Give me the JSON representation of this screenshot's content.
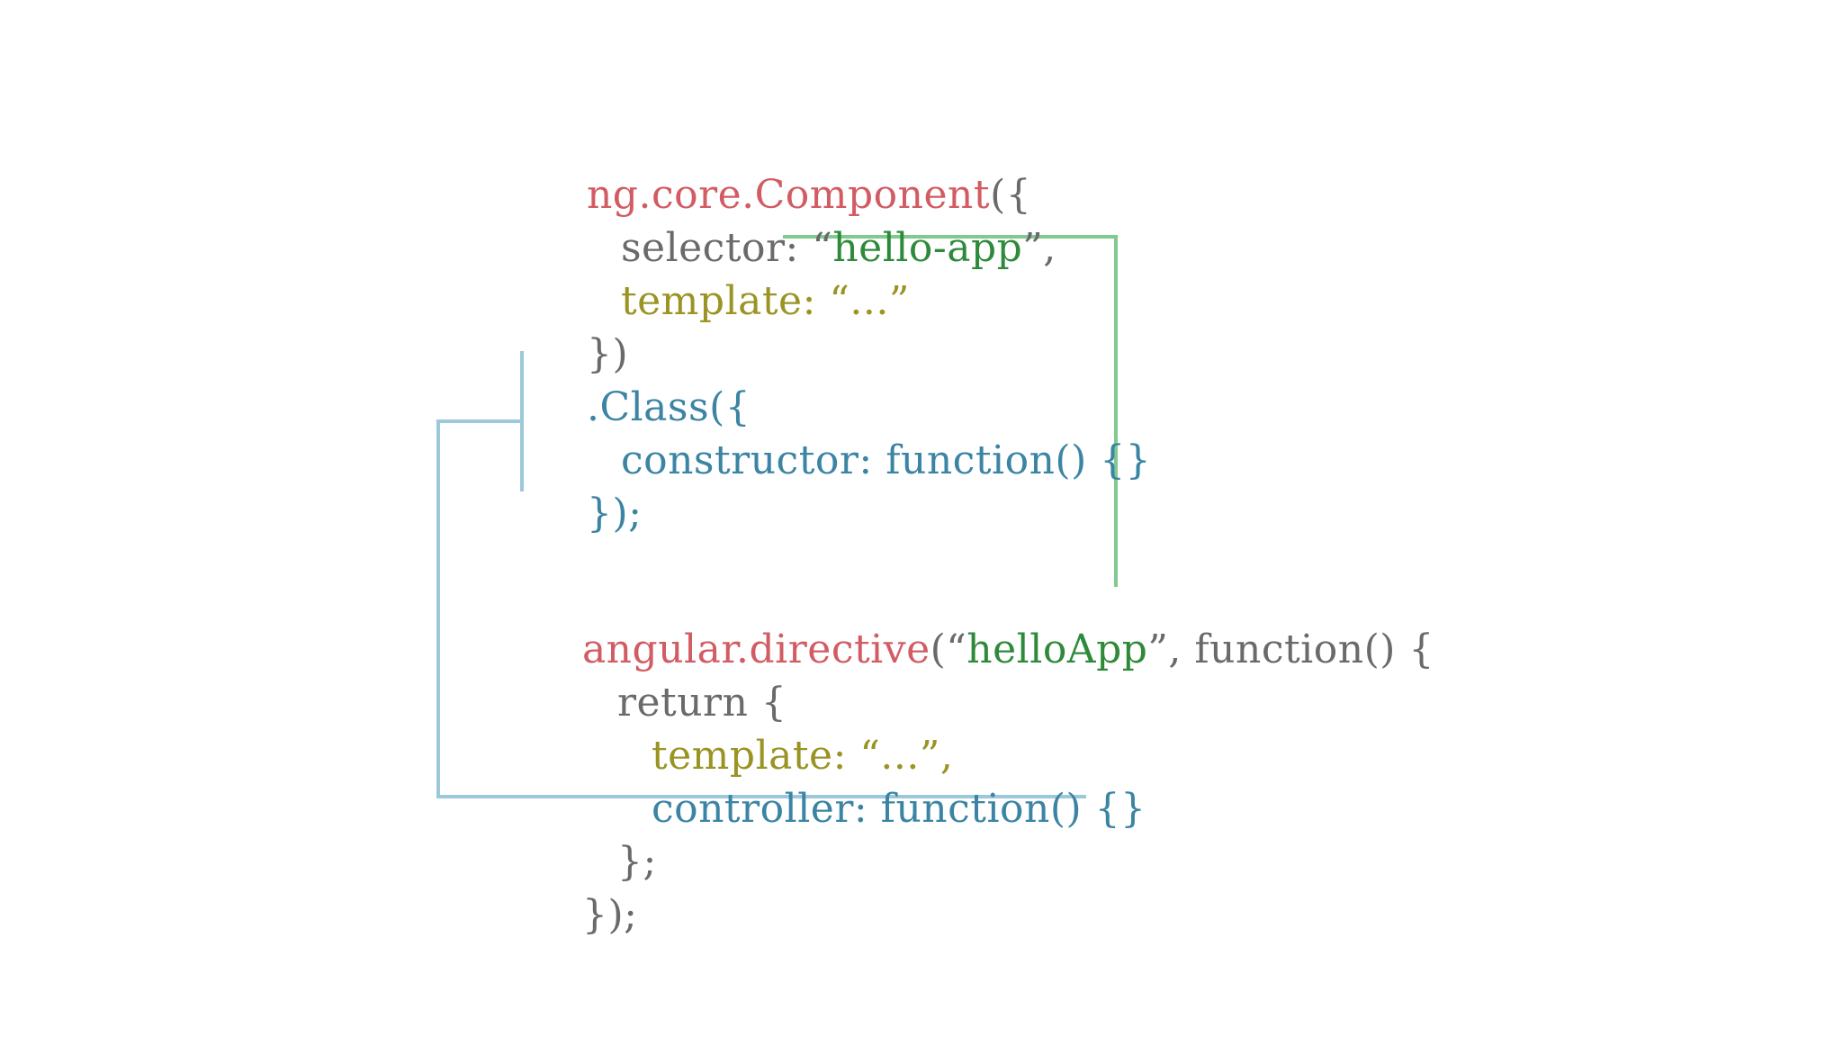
{
  "colors": {
    "red": "#d25c63",
    "gray": "#6a6a6a",
    "green": "#2e8a3a",
    "olive": "#9a9424",
    "blue": "#3b84a3",
    "connector_green": "#7fcb8f",
    "connector_blue": "#9cc8dc"
  },
  "angular2": {
    "line1": {
      "ns": "ng.core.Component",
      "open": "({"
    },
    "line2": {
      "key": "selector: ",
      "q_open": "“",
      "value": "hello-app",
      "q_close": "”,"
    },
    "line3": {
      "text": "template: “...”"
    },
    "line4": {
      "text": "})"
    },
    "line5": {
      "text": ".Class({"
    },
    "line6": {
      "text": "constructor: function() {}"
    },
    "line7": {
      "text": "});"
    }
  },
  "angular1": {
    "line1": {
      "ns": "angular.directive",
      "q_open": "(“",
      "value": "helloApp",
      "rest": "”, function() {"
    },
    "line2": {
      "text": "return {"
    },
    "line3": {
      "text": "template: “...”,"
    },
    "line4": {
      "text": "controller: function() {}"
    },
    "line5": {
      "text": "};"
    },
    "line6": {
      "text": "});"
    }
  }
}
